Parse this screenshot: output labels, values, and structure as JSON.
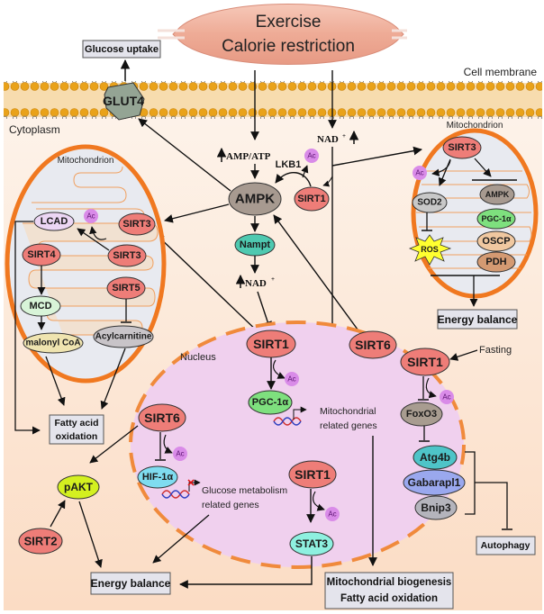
{
  "title": "Sirtuin and AMPK signaling in energy metabolism",
  "colors": {
    "cytoplasm_bg": "#fbe3cf",
    "membrane_head": "#e9a21a",
    "membrane_band": "#f7dcae",
    "mito_outer": "#f07820",
    "mito_inner_bg": "#e8eaf0",
    "mito_cristae": "#f8d8b8",
    "nucleus_fill": "#f0d0ee",
    "nucleus_border": "#f08a3c",
    "muscle": "#eeb4a0",
    "sirt": "#ee7d78",
    "ampk": "#a79a90",
    "nampt": "#4ec9b0",
    "pgc": "#7ee07e",
    "lcad": "#ecd6f4",
    "mcd": "#d8f4d8",
    "malonyl": "#efe4b0",
    "acyl": "#c8c4c8",
    "ac": "#d98be8",
    "hif": "#7fdcf0",
    "stat3": "#8ef0e0",
    "foxo3": "#a89c90",
    "atg4b": "#4ec4c8",
    "gabarapl1": "#9aa8ee",
    "bnip3": "#b4b4bc",
    "pakt": "#d4f020",
    "sod2": "#c8c8c8",
    "oscp": "#f0c8a0",
    "pdh": "#d49a72",
    "ros": "#ffff30",
    "box_fill": "#e4e4ec"
  },
  "stimulus": {
    "line1": "Exercise",
    "line2": "Calorie restriction"
  },
  "membrane": {
    "label": "Cell membrane",
    "transporter": "GLUT4",
    "cytoplasm_label": "Cytoplasm"
  },
  "outputs": {
    "glucose_uptake": "Glucose uptake",
    "fatty_acid_oxidation_l1": "Fatty acid",
    "fatty_acid_oxidation_l2": "oxidation",
    "energy_balance_mito": "Energy balance",
    "energy_balance_bottom": "Energy balance",
    "mito_biogenesis_l1": "Mitochondrial biogenesis",
    "mito_biogenesis_l2": "Fatty acid oxidation",
    "autophagy": "Autophagy"
  },
  "central": {
    "amp_atp": "AMP/ATP",
    "nad_top": "NAD",
    "nad_sup": "+",
    "nad_mid": "NAD",
    "lkb1": "LKB1",
    "ampk": "AMPK",
    "nampt": "Nampt",
    "sirt1": "SIRT1",
    "ac": "Ac"
  },
  "left_mito": {
    "title": "Mitochondrion",
    "lcad": "LCAD",
    "ac": "Ac",
    "sirt3_top": "SIRT3",
    "sirt4": "SIRT4",
    "sirt3": "SIRT3",
    "sirt5": "SIRT5",
    "mcd": "MCD",
    "malonyl": "malonyl CoA",
    "acylcarnitine": "Acylcarnitine"
  },
  "right_mito": {
    "title": "Mitochondrion",
    "sirt3": "SIRT3",
    "ac": "Ac",
    "sod2": "SOD2",
    "ros": "ROS",
    "ampk": "AMPK",
    "pgc": "PGC-1α",
    "oscp": "OSCP",
    "pdh": "PDH"
  },
  "nucleus": {
    "label": "Nucleus",
    "sirt1_top": "SIRT1",
    "sirt6_top": "SIRT6",
    "pgc": "PGC-1α",
    "mito_genes_l1": "Mitochondrial",
    "mito_genes_l2": "related genes",
    "sirt6": "SIRT6",
    "hif": "HIF-1α",
    "glucose_genes_l1": "Glucose metabolism",
    "glucose_genes_l2": "related genes",
    "sirt1_mid": "SIRT1",
    "stat3": "STAT3",
    "sirt1_right": "SIRT1",
    "fasting": "Fasting",
    "foxo3": "FoxO3",
    "atg4b": "Atg4b",
    "gabarapl1": "Gabarapl1",
    "bnip3": "Bnip3",
    "ac": "Ac"
  },
  "cytoplasm_lower": {
    "pakt": "pAKT",
    "sirt2": "SIRT2"
  }
}
